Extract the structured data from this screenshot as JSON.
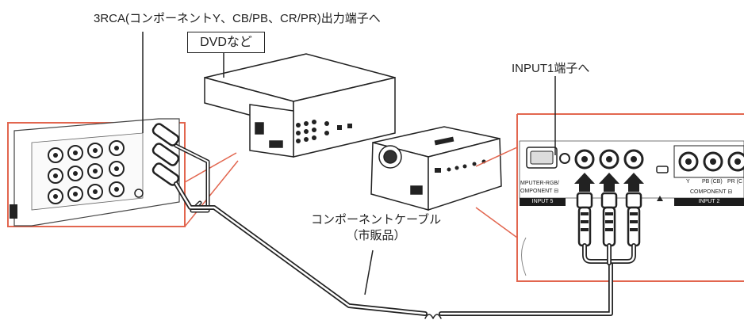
{
  "labels": {
    "top_caption": "3RCA(コンポーネントY、CB/PB、CR/PR)出力端子へ",
    "dvd_device": "DVDなど",
    "input1_caption": "INPUT1端子へ",
    "cable_caption_line1": "コンポーネントケーブル",
    "cable_caption_line2": "（市販品）"
  },
  "panel_text": {
    "computer_rgb": "MPUTER-RGB/",
    "component_left": "OMPONENT ⊟",
    "input5": "INPUT 5",
    "y": "Y",
    "pb": "PB (CB)",
    "pr": "PR (C",
    "component_right": "COMPONENT ⊟",
    "input2": "INPUT 2"
  },
  "colors": {
    "accent_red": "#e2664f",
    "line": "#222222"
  }
}
